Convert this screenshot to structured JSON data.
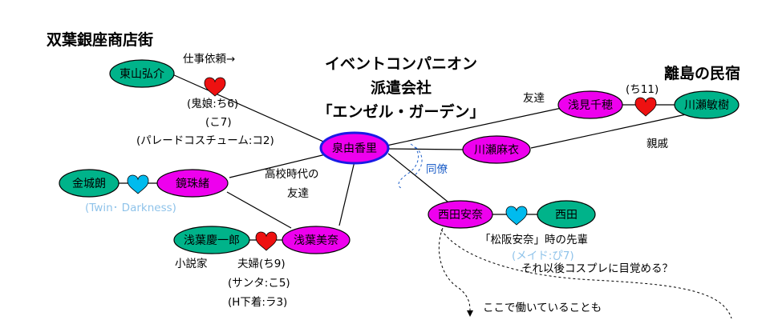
{
  "groups": {
    "futaba_ginza": "双葉銀座商店街",
    "remote_island": "離島の民宿",
    "company_line1": "イベントコンパニオン",
    "company_line2": "派遣会社",
    "company_line3": "「エンゼル・ガーデン」"
  },
  "nodes": {
    "higashiyama": "東山弘介",
    "izumi": "泉由香里",
    "asami": "浅見千穂",
    "kawase_toshiki": "川瀬敏樹",
    "kawase_mai": "川瀬麻衣",
    "kaneshiro": "金城朗",
    "kyo": "鏡珠緒",
    "asaba_keiichiro": "浅葉慶一郎",
    "asaba_mina": "浅葉美奈",
    "nishida_anna": "西田安奈",
    "nishida": "西田"
  },
  "labels": {
    "work_request": "仕事依頼→",
    "oni_musume": "(鬼娘:ち6)",
    "ko7": "(こ7)",
    "parade": "(パレードコスチューム:コ2)",
    "tomodachi": "友達",
    "chi11": "(ち11)",
    "shinseki": "親戚",
    "doryo": "同僚",
    "koukou_line1": "高校時代の",
    "koukou_line2": "友達",
    "twin_darkness": "(Twin･ Darkness)",
    "shousetsuka": "小説家",
    "fuufu": "夫婦(ち9)",
    "santa": "(サンタ:こ5)",
    "h_shitagi": "(H下着:ラ3)",
    "matsuzaka": "「松阪安奈」時の先輩",
    "maid": "(メイド:ぴ7)",
    "cosplay": "それ以後コスプレに目覚める？",
    "koko": "ここで働いていることも"
  },
  "colors": {
    "female_node": "#ee00ee",
    "male_node": "#00b38a",
    "center_node": "#ee00ee",
    "center_border": "#1a1ae6",
    "heart_red": "#ee1111",
    "heart_blue": "#00bbee",
    "node_stroke": "#000000"
  },
  "icons": {
    "red_heart": "heart-icon",
    "blue_heart": "heart-icon",
    "arrow": "arrow-down-icon"
  }
}
